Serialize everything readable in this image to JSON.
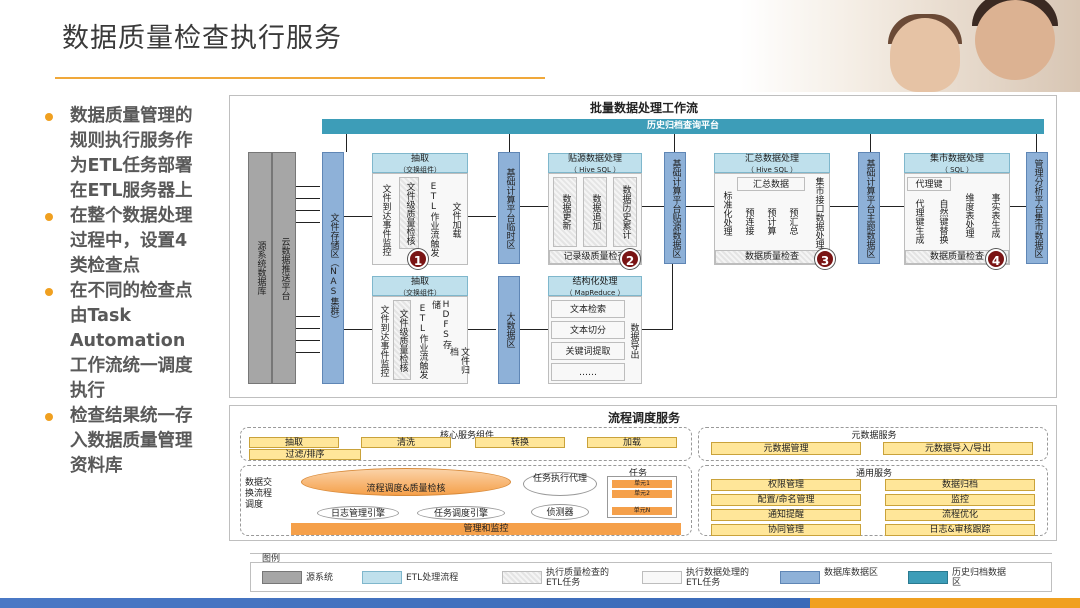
{
  "title": "数据质量检查执行服务",
  "bullets": [
    "数据质量管理的规则执行服务作为ETL任务部署在ETL服务器上",
    "在整个数据处理过程中，设置4类检查点",
    "在不同的检查点由Task Automation工作流统一调度执行",
    "检查结果统一存入数据质量管理资料库"
  ],
  "workflow": {
    "title": "批量数据处理工作流",
    "history_platform": "历史归档查询平台",
    "source_db": "源系统数据库",
    "cloud_push": "云数据推送平台",
    "file_store": "文件存储区（NAS集群）",
    "extract1": {
      "title": "抽取",
      "sub": "（交换组件）",
      "cols": [
        "文件到达事件监控",
        "文件级质量检核",
        "ETL作业流触发",
        "文件加载"
      ]
    },
    "extract2": {
      "title": "抽取",
      "sub": "（交换组件）",
      "cols": [
        "文件到达事件监控",
        "文件级质量检核",
        "ETL作业流触发",
        "HDFS存储",
        "文件归档"
      ]
    },
    "temp_zone": "基础计算平台临时区",
    "bigdata_zone": "大数据区",
    "src_proc": {
      "title": "贴源数据处理",
      "sub": "（ Hive SQL ）",
      "cols": [
        "数据更新",
        "数据追加",
        "数据历史累计"
      ],
      "check": "记录级质量检查"
    },
    "struct_proc": {
      "title": "结构化处理",
      "sub": "（ MapReduce ）",
      "items": [
        "文本检索",
        "文本切分",
        "关键词提取",
        "……"
      ],
      "export": "数据导出"
    },
    "src_zone": "基础计算平台贴源数据区",
    "sum_proc": {
      "title": "汇总数据处理",
      "sub": "（ Hive SQL ）",
      "std": "标准化处理",
      "inner": "汇总数据",
      "cols": [
        "预连接",
        "预计算",
        "预汇总"
      ],
      "iface": "集市接口数据处理",
      "check": "数据质量检查"
    },
    "topic_zone": "基础计算平台主题数据区",
    "mart_proc": {
      "title": "集市数据处理",
      "sub": "（ SQL ）",
      "key": "代理键",
      "cols": [
        "代理键生成",
        "自然键替换",
        "维度表处理",
        "事实表生成"
      ],
      "check": "数据质量检查"
    },
    "mart_zone": "管理分析平台集市数据区",
    "checkpoints": [
      "1",
      "2",
      "3",
      "4"
    ]
  },
  "scheduler": {
    "title": "流程调度服务",
    "core_title": "核心服务组件",
    "core_row1": [
      "抽取",
      "清洗",
      "转换",
      "加载"
    ],
    "filter": "过滤/排序",
    "meta_title": "元数据服务",
    "meta_items": [
      "元数据管理",
      "元数据导入/导出"
    ],
    "side_label": "数据交换流程调度",
    "engine": "流程调度&质量检核",
    "log_mgr": "日志管理引擎",
    "task_sched": "任务调度引擎",
    "task_agent": "任务执行代理",
    "detector": "侦测器",
    "task_title": "任务",
    "task_units": [
      "单元1",
      "单元2",
      "单元N"
    ],
    "mgmt": "管理和监控",
    "common_title": "通用服务",
    "common_items": [
      "权限管理",
      "数据归档",
      "配置/命名管理",
      "监控",
      "通知提醒",
      "流程优化",
      "协同管理",
      "日志&审核跟踪"
    ]
  },
  "legend": {
    "title": "图例",
    "items": [
      "源系统",
      "ETL处理流程",
      "执行质量检查的ETL任务",
      "执行数据处理的ETL任务",
      "数据库数据区",
      "历史归档数据区"
    ]
  },
  "colors": {
    "accent": "#f0a020",
    "teal": "#3d9db8",
    "checkpoint": "#7a1414"
  }
}
